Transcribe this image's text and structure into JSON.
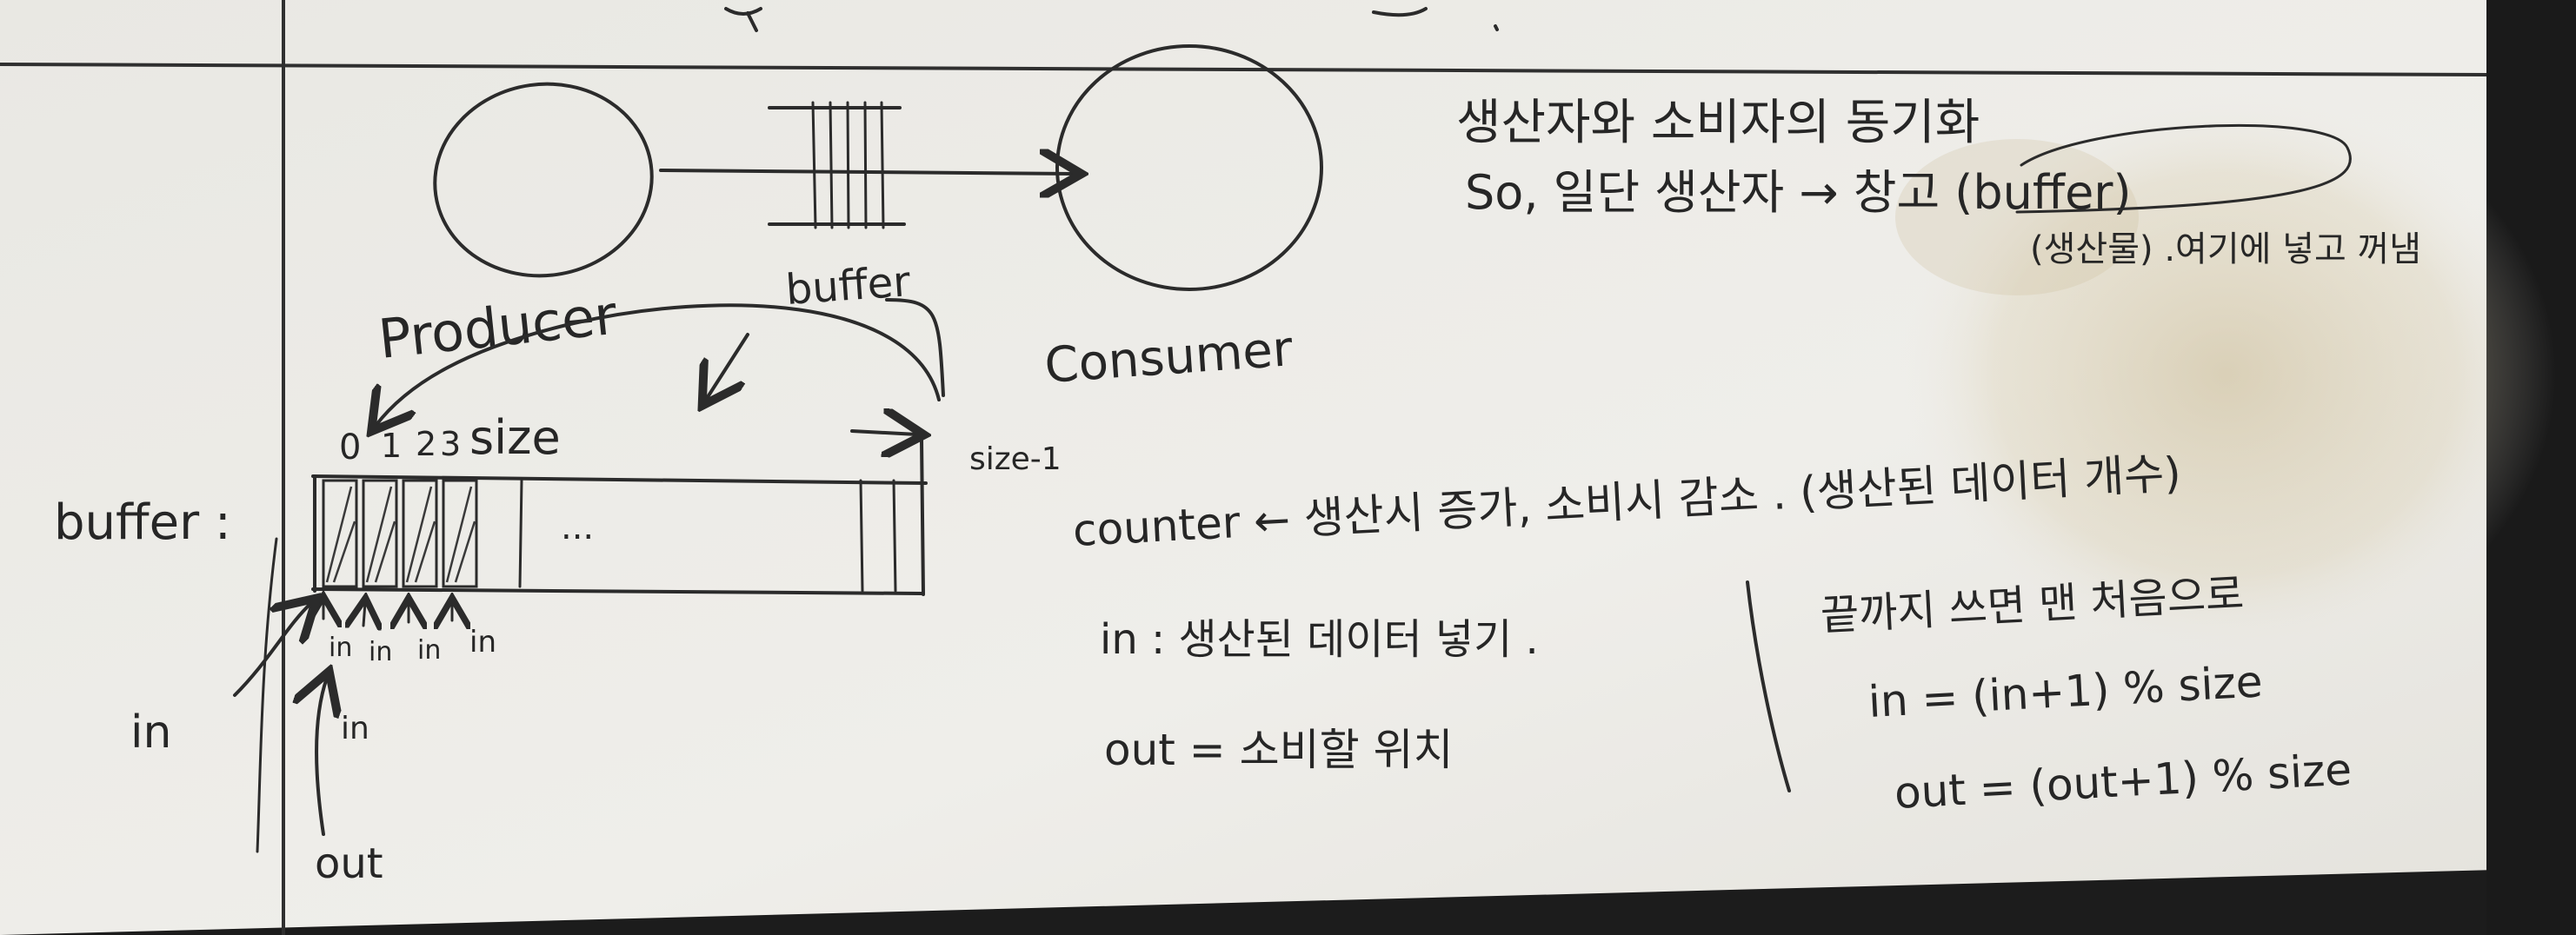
{
  "labels": {
    "buffer_top": "buffer",
    "producer": "Producer",
    "consumer": "Consumer",
    "index_0": "0",
    "index_1": "1",
    "index_2": "2",
    "index_3": "3",
    "size": "size",
    "size_minus_1": "size-1",
    "buffer_left": "buffer :",
    "ellipsis": "...",
    "in_left": "in",
    "in_arrow_1": "in",
    "in_arrow_2": "in",
    "in_arrow_3": "in",
    "in_arrow_4": "in",
    "in_vertical": "in",
    "out_bottom": "out"
  },
  "notes": {
    "line1": "생산자와 소비자의 동기화",
    "line2": "So, 일단 생산자 → 창고 (buffer)",
    "line3": "(생산물) .여기에 넣고 꺼냄",
    "counter": "counter ← 생산시 증가, 소비시 감소 . (생산된 데이터 개수)",
    "in_def": "in : 생산된 데이터 넣기 .",
    "out_def": "out = 소비할 위치",
    "wrap_title": "끝까지 쓰면 맨 처음으로",
    "in_formula": "in = (in+1) % size",
    "out_formula": "out = (out+1) % size"
  },
  "colors": {
    "paper": "#efeeea",
    "ink": "#2b2b2b",
    "stain": "#c9b88f"
  }
}
